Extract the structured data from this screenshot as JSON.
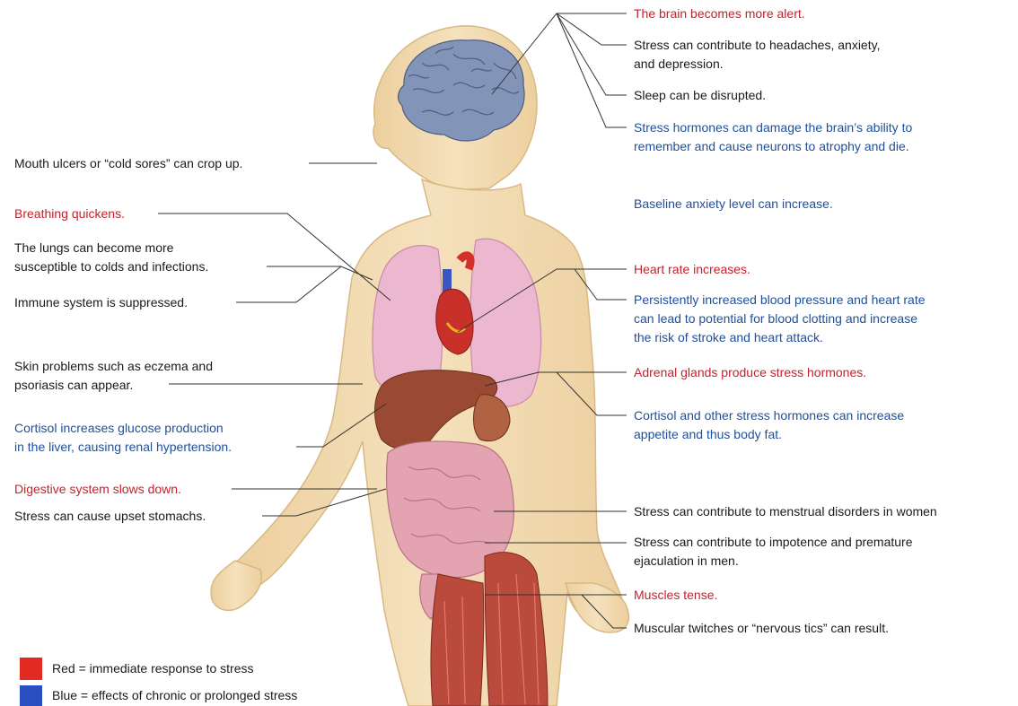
{
  "labels": {
    "brain_alert": "The brain becomes more alert.",
    "headaches_1": "Stress can contribute to headaches, anxiety,",
    "headaches_2": "and depression.",
    "sleep": "Sleep can be disrupted.",
    "hormones_brain_1": "Stress hormones can damage the brain’s ability to",
    "hormones_brain_2": "remember and cause neurons to atrophy and die.",
    "mouth_ulcers": "Mouth ulcers or “cold sores” can crop up.",
    "baseline_anxiety": "Baseline anxiety level can increase.",
    "breathing": "Breathing quickens.",
    "lungs_1": "The lungs can become more",
    "lungs_2": "susceptible to colds and infections.",
    "heart_rate": "Heart rate increases.",
    "immune": "Immune system is suppressed.",
    "blood_pressure_1": "Persistently increased blood pressure and heart rate",
    "blood_pressure_2": "can lead to potential for blood clotting and increase",
    "blood_pressure_3": "the risk of stroke and heart attack.",
    "skin_1": "Skin problems such as eczema and",
    "skin_2": "psoriasis can appear.",
    "adrenal": "Adrenal glands produce stress hormones.",
    "cortisol_appetite_1": "Cortisol and other stress hormones can increase",
    "cortisol_appetite_2": "appetite and thus body fat.",
    "cortisol_liver_1": "Cortisol increases glucose production",
    "cortisol_liver_2": "in the liver, causing renal hypertension.",
    "digestive": "Digestive system slows down.",
    "upset_stomach": "Stress can cause upset stomachs.",
    "menstrual": "Stress can contribute to menstrual disorders in women",
    "impotence_1": "Stress can contribute to impotence and premature",
    "impotence_2": "ejaculation in men.",
    "muscles": "Muscles tense.",
    "twitches": "Muscular twitches or “nervous tics” can result."
  },
  "legend": {
    "red_text": "Red = immediate response to stress",
    "blue_text": "Blue = effects of chronic or prolonged stress",
    "red_color": "#e02a22",
    "blue_color": "#2a4fc0"
  },
  "colors": {
    "immediate": "#c8202b",
    "chronic": "#1f4f9a",
    "skin": "#f2dcb4",
    "brain": "#8294b8",
    "lungs": "#ebb8cf",
    "liver": "#9a4a32",
    "intestine": "#e3a3b0",
    "muscle": "#b94a3c"
  }
}
